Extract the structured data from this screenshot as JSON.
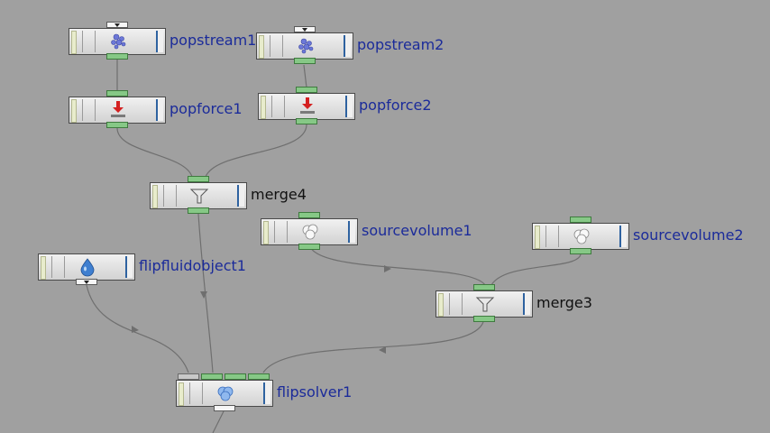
{
  "nodes": {
    "popstream1": {
      "label": "popstream1",
      "icon": "particle-stream-icon"
    },
    "popstream2": {
      "label": "popstream2",
      "icon": "particle-stream-icon"
    },
    "popforce1": {
      "label": "popforce1",
      "icon": "force-down-arrow-icon"
    },
    "popforce2": {
      "label": "popforce2",
      "icon": "force-down-arrow-icon"
    },
    "merge4": {
      "label": "merge4",
      "icon": "funnel-icon"
    },
    "sourcevolume1": {
      "label": "sourcevolume1",
      "icon": "smoke-volume-icon"
    },
    "sourcevolume2": {
      "label": "sourcevolume2",
      "icon": "smoke-volume-icon"
    },
    "flipfluidobject1": {
      "label": "flipfluidobject1",
      "icon": "water-drop-icon"
    },
    "merge3": {
      "label": "merge3",
      "icon": "funnel-icon"
    },
    "flipsolver1": {
      "label": "flipsolver1",
      "icon": "fluid-solver-icon"
    }
  },
  "colors": {
    "background": "#a0a0a0",
    "label": "#1b2b9a",
    "port": "#86c886",
    "wire": "#6f6f6f"
  }
}
